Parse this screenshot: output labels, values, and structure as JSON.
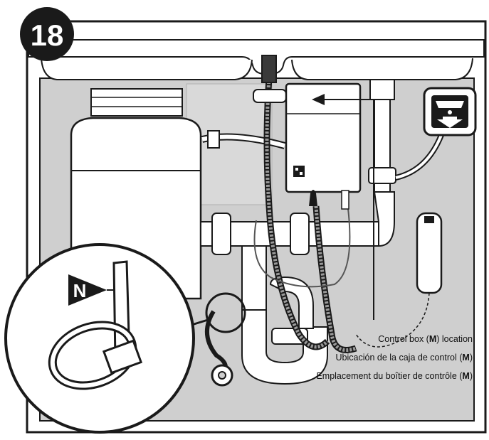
{
  "step": {
    "number": "18"
  },
  "callout": {
    "label": "N"
  },
  "icons": {
    "corner_icon": "drip-drop-arrow-icon"
  },
  "captions": [
    {
      "pre": "Control box (",
      "key": "M",
      "post": ") location"
    },
    {
      "pre": "Ubicación de la caja de control (",
      "key": "M",
      "post": ")"
    },
    {
      "pre": "Emplacement du boîtier de contrôle (",
      "key": "M",
      "post": ")"
    }
  ],
  "colors": {
    "cabinet": "#cfcfcf",
    "outline": "#1a1a1a",
    "white": "#ffffff"
  }
}
